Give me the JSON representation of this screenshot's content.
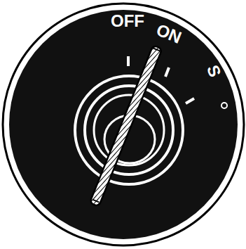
{
  "diagram": {
    "labels": [
      "OFF",
      "ON",
      "S"
    ]
  }
}
